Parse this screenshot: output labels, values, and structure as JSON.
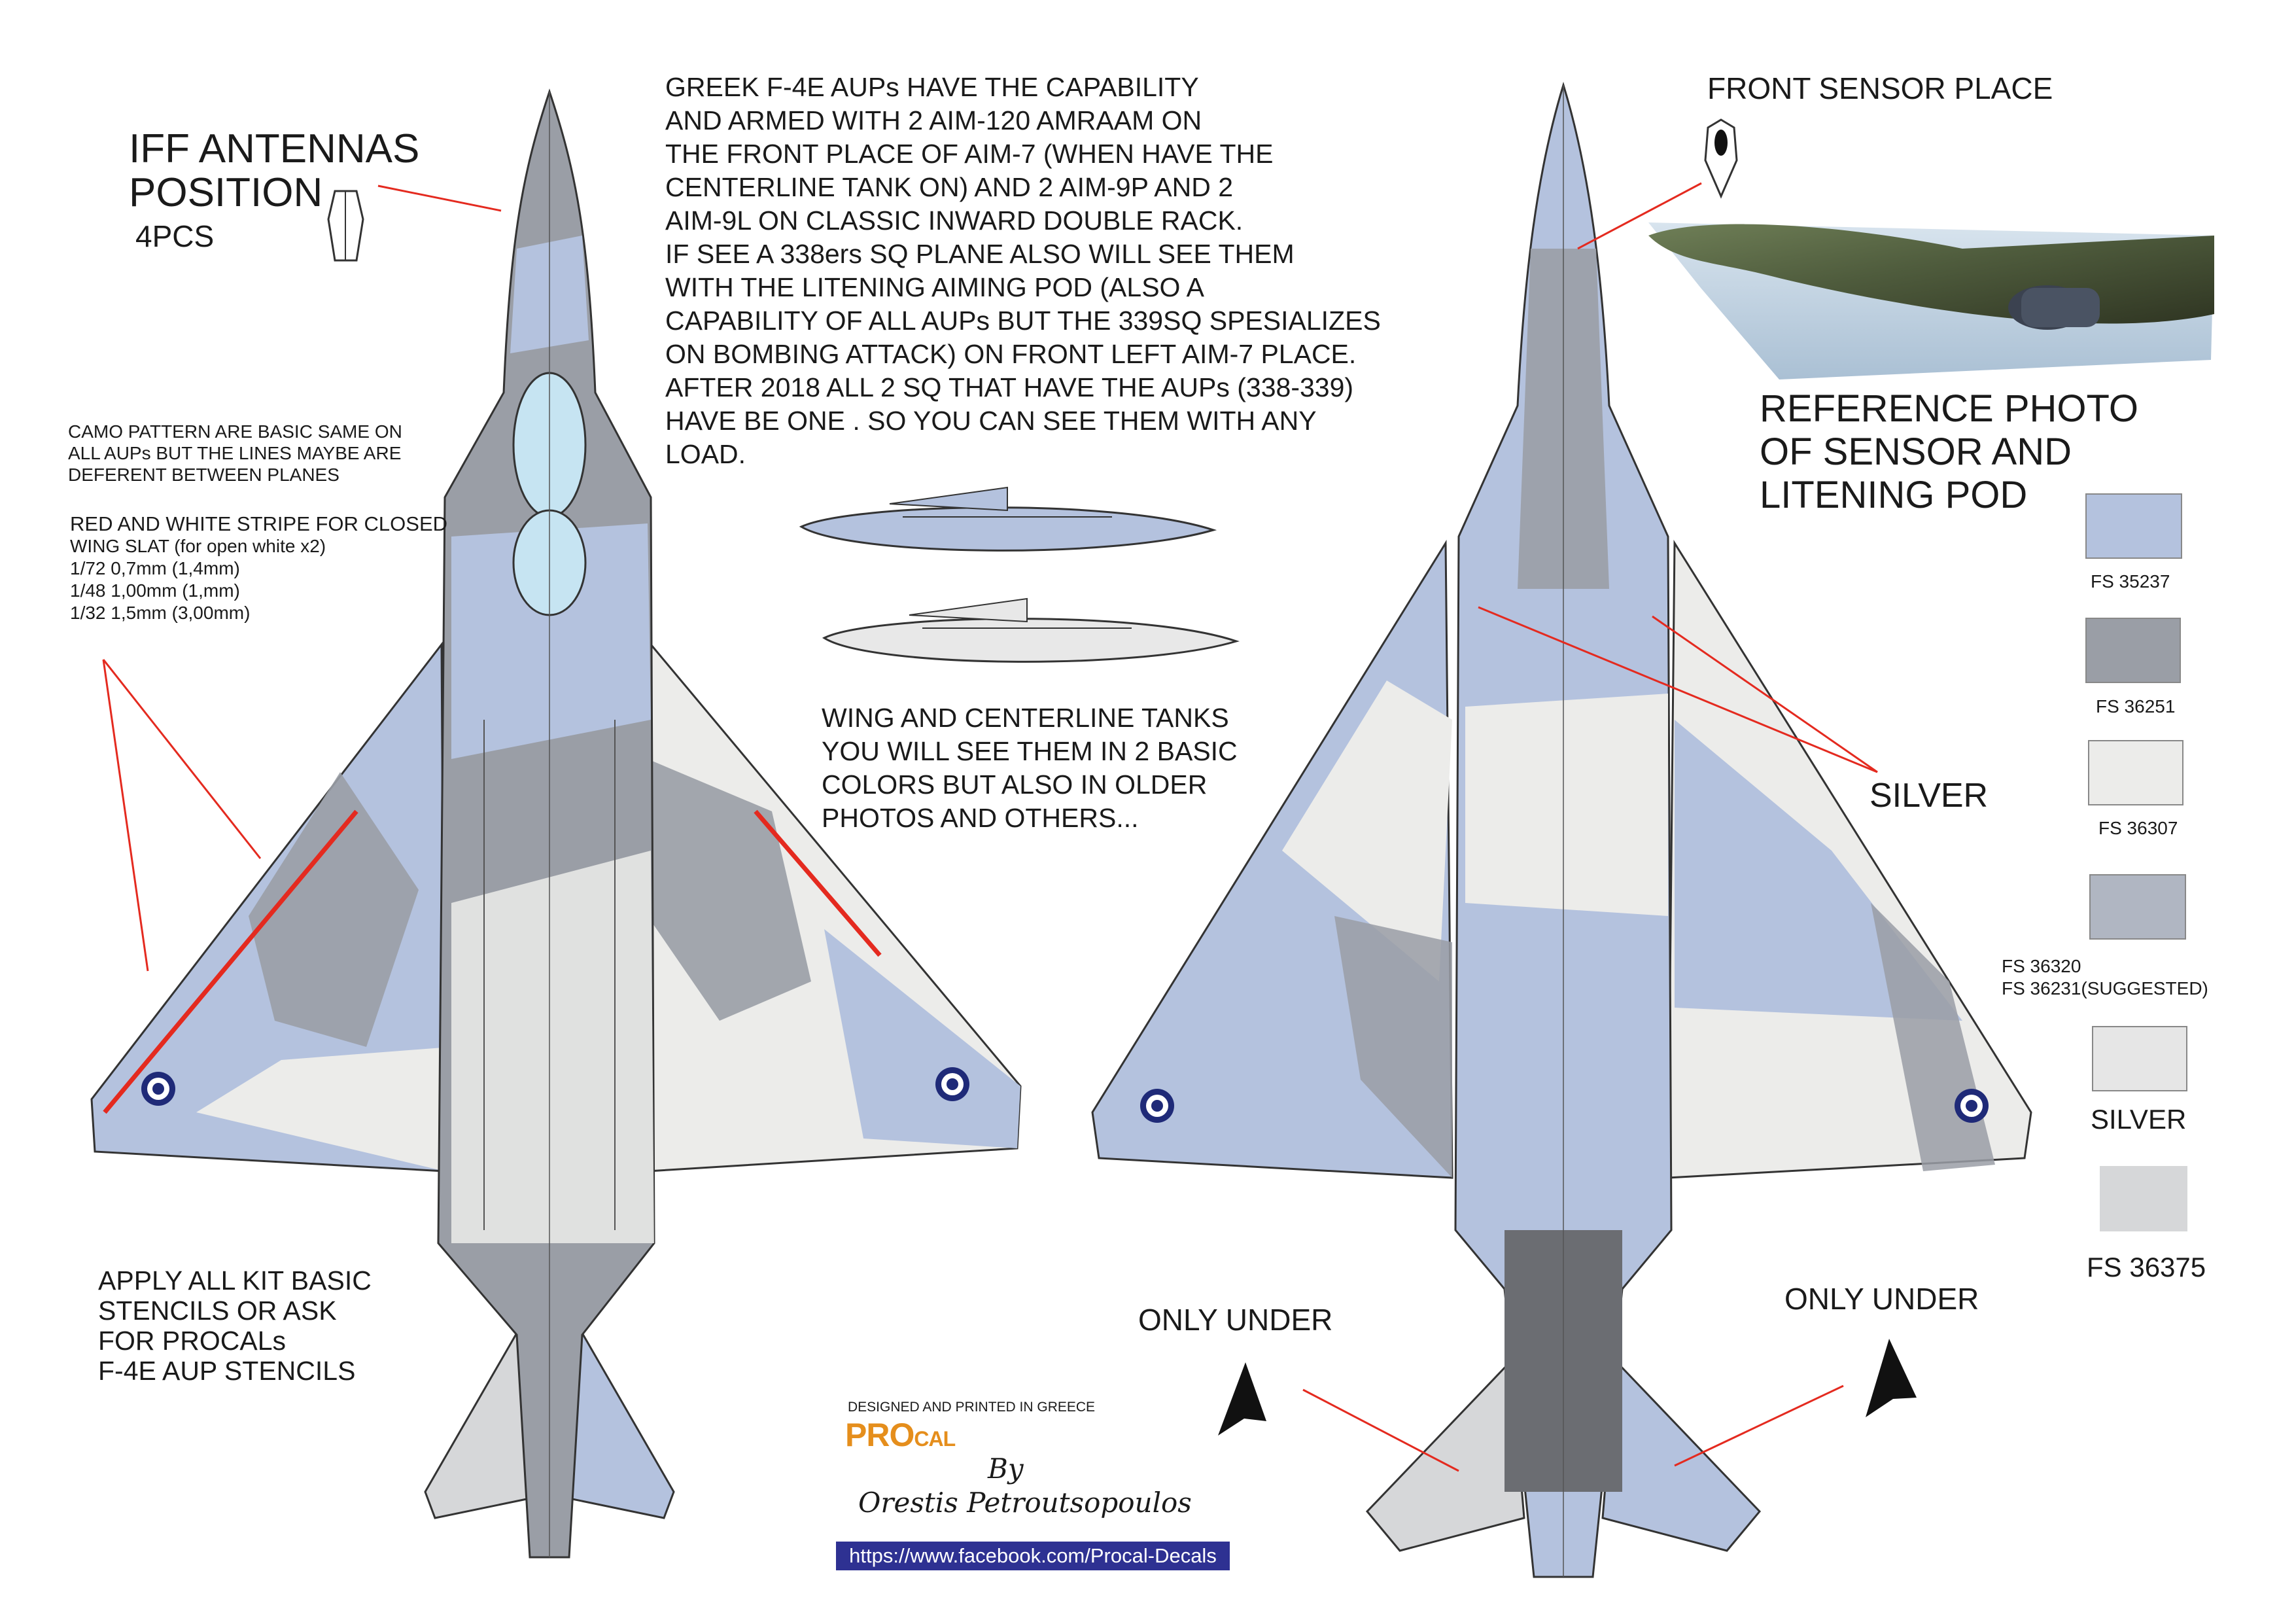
{
  "header_paragraph": {
    "lines": [
      "GREEK F-4E AUPs HAVE THE CAPABILITY",
      "AND ARMED WITH 2 AIM-120 AMRAAM ON",
      "THE FRONT PLACE OF AIM-7 (WHEN HAVE THE",
      "CENTERLINE TANK ON) AND 2 AIM-9P AND 2",
      "AIM-9L ON CLASSIC INWARD DOUBLE RACK.",
      "IF SEE A 338ers SQ PLANE ALSO WILL SEE THEM",
      "WITH THE LITENING AIMING POD (ALSO A",
      "CAPABILITY OF ALL AUPs BUT THE 339SQ SPESIALIZES",
      "ON BOMBING ATTACK) ON FRONT LEFT AIM-7 PLACE.",
      "AFTER 2018 ALL 2 SQ THAT HAVE THE AUPs (338-339)",
      "HAVE BE ONE . SO YOU CAN SEE THEM WITH ANY",
      "LOAD."
    ]
  },
  "iff": {
    "title_lines": [
      "IFF ANTENNAS",
      "POSITION"
    ],
    "count": "4PCS"
  },
  "camo_note": {
    "lines": [
      "CAMO PATTERN ARE  BASIC SAME ON",
      "ALL AUPs BUT THE LINES MAYBE ARE",
      "DEFERENT BETWEEN PLANES"
    ]
  },
  "stripe_note": {
    "lines": [
      "RED AND WHITE STRIPE FOR CLOSED",
      "WING SLAT (for open white x2)",
      "1/72 0,7mm (1,4mm)",
      "1/48 1,00mm (1,mm)",
      "1/32 1,5mm (3,00mm)"
    ]
  },
  "tanks_note": {
    "lines": [
      "WING AND CENTERLINE TANKS",
      "YOU WILL SEE THEM IN 2 BASIC",
      "COLORS BUT ALSO IN OLDER",
      "PHOTOS AND OTHERS..."
    ]
  },
  "stencils_note": {
    "lines": [
      "APPLY ALL KIT BASIC",
      " STENCILS OR ASK",
      "FOR PROCALs",
      "F-4E AUP STENCILS"
    ]
  },
  "front_sensor": "FRONT SENSOR PLACE",
  "reference_photo": {
    "lines": [
      "REFERENCE PHOTO",
      "OF SENSOR AND",
      "LITENING POD"
    ]
  },
  "silver_callout": "SILVER",
  "only_under_left": "ONLY UNDER",
  "only_under_right": "ONLY UNDER",
  "credits": {
    "designed": "DESIGNED AND PRINTED IN GREECE",
    "logo_main": "PRO",
    "logo_sub": "CAL",
    "by": "By",
    "author": "Orestis Petroutsopoulos",
    "url": "https://www.facebook.com/Procal-Decals"
  },
  "colors": {
    "fs35237": "#b4c2de",
    "fs36251": "#9a9ea6",
    "fs36307": "#ececea",
    "fs36320": "#b0b6c2",
    "silver": "#e6e6e6",
    "fs36375": "#d6d7d9",
    "stripe_red": "#e42a1f",
    "roundel_blue": "#1f2a78"
  },
  "swatches": [
    {
      "label": "FS 35237",
      "color": "#b4c2de"
    },
    {
      "label": "FS 36251",
      "color": "#9a9ea6"
    },
    {
      "label": "FS 36307",
      "color": "#ececea"
    },
    {
      "label": "FS 36320",
      "label2": "FS 36231(SUGGESTED)",
      "color": "#b0b6c2"
    },
    {
      "label": "SILVER",
      "color": "#e6e6e6"
    },
    {
      "label": "FS 36375",
      "color": "#d6d7d9"
    }
  ]
}
